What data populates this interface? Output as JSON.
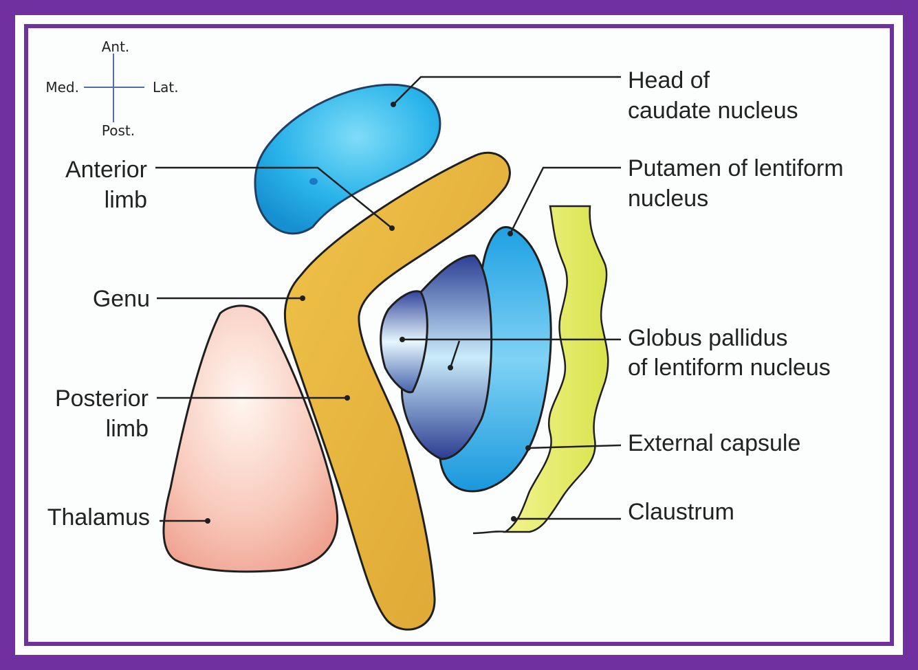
{
  "orientation": {
    "anterior": "Ant.",
    "posterior": "Post.",
    "medial": "Med.",
    "lateral": "Lat."
  },
  "labels": {
    "head_of_caudate_line1": "Head of",
    "head_of_caudate_line2": "caudate nucleus",
    "putamen_line1": "Putamen of lentiform",
    "putamen_line2": "nucleus",
    "globus_pallidus_line1": "Globus pallidus",
    "globus_pallidus_line2": "of lentiform nucleus",
    "external_capsule": "External capsule",
    "claustrum": "Claustrum",
    "anterior_limb_line1": "Anterior",
    "anterior_limb_line2": "limb",
    "genu": "Genu",
    "posterior_limb_line1": "Posterior",
    "posterior_limb_line2": "limb",
    "thalamus": "Thalamus"
  },
  "colors": {
    "frame": "#7030a0",
    "caudate": "#29b6ea",
    "internal_capsule": "#e8b43a",
    "thalamus": "#f5b6a6",
    "putamen": "#2fa9e6",
    "globus_pallidus_dark": "#3a4fa0",
    "claustrum": "#e6ec6a"
  }
}
